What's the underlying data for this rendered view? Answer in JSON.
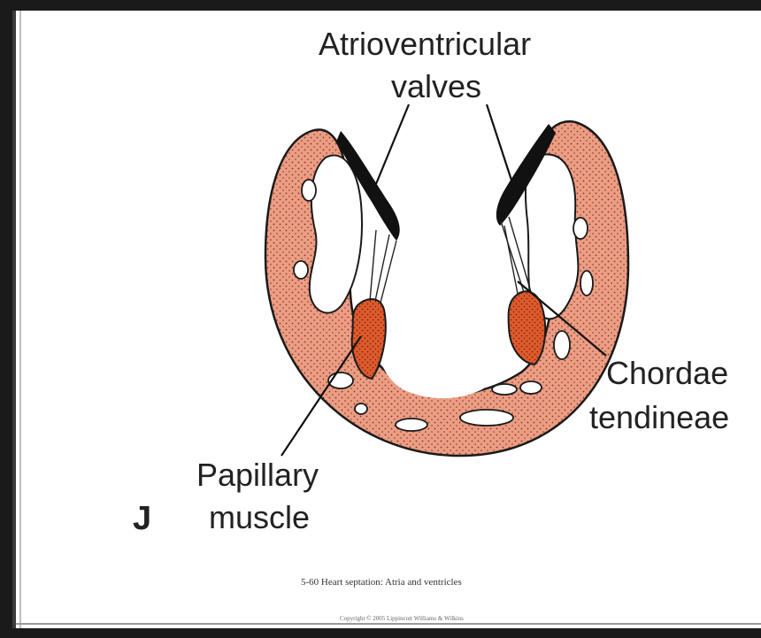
{
  "labels": {
    "atrioventricular": "Atrioventricular",
    "valves": "valves",
    "chordae": "Chordae",
    "tendineae": "tendineae",
    "papillary": "Papillary",
    "muscle": "muscle",
    "panel_letter": "J"
  },
  "caption": {
    "title": "5-60 Heart septation: Atria and ventricles",
    "copyright": "Copyright © 2005 Lippincott Williams & Wilkins"
  },
  "colors": {
    "myocardium": "#ec9d84",
    "papillary_muscle": "#dd5a2c",
    "valve": "#111111",
    "outline": "#1a1a1a"
  }
}
